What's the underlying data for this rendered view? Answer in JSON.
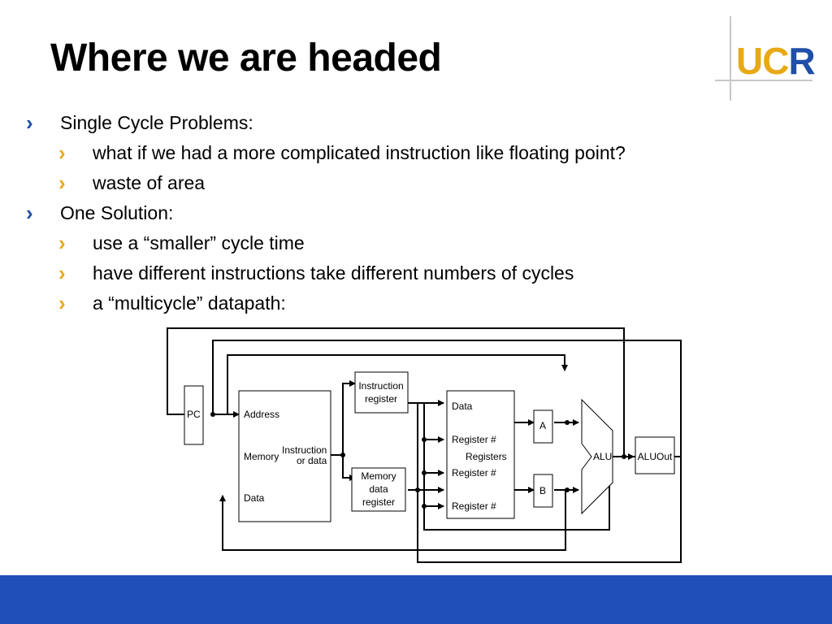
{
  "title": "Where we are headed",
  "logo": {
    "u": "U",
    "c": "C",
    "r": "R"
  },
  "bullets": [
    {
      "level": 1,
      "text": "Single Cycle Problems:"
    },
    {
      "level": 2,
      "text": "what if we had a more complicated instruction like floating point?"
    },
    {
      "level": 2,
      "text": "waste of area"
    },
    {
      "level": 1,
      "text": "One Solution:"
    },
    {
      "level": 2,
      "text": "use a “smaller” cycle time"
    },
    {
      "level": 2,
      "text": "have different instructions take different numbers of cycles"
    },
    {
      "level": 2,
      "text": "a “multicycle” datapath:"
    }
  ],
  "bullet_glyph": "›",
  "diagram": {
    "pc": "PC",
    "memory": {
      "address": "Address",
      "memory": "Memory",
      "data": "Data",
      "instr_line1": "Instruction",
      "instr_line2": "or data"
    },
    "instruction_register": {
      "line1": "Instruction",
      "line2": "register"
    },
    "memory_data_register": {
      "line1": "Memory",
      "line2": "data",
      "line3": "register"
    },
    "registers": {
      "data": "Data",
      "reg1": "Register #",
      "registers": "Registers",
      "reg2": "Register #",
      "reg3": "Register #"
    },
    "a": "A",
    "b": "B",
    "alu": "ALU",
    "aluout": "ALUOut"
  },
  "colors": {
    "blue": "#1f4fa8",
    "gold": "#e8a916",
    "footer": "#1f4fb8"
  }
}
